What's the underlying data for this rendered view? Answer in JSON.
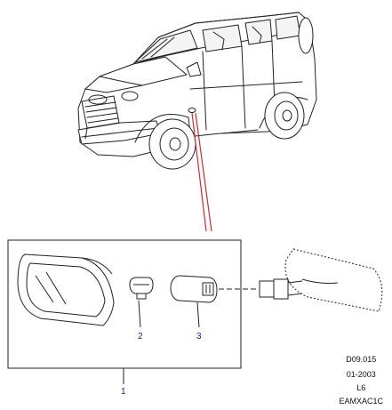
{
  "callouts": {
    "assembly": "1",
    "bulb": "2",
    "socket": "3"
  },
  "reference": {
    "diagram_code": "D09.015",
    "date": "01-2003",
    "page": "L6",
    "part_code": "EAMXAC1C"
  },
  "colors": {
    "line_art": "#222222",
    "callout_text": "#1a1aa8",
    "leader_red": "#d42a2a"
  }
}
